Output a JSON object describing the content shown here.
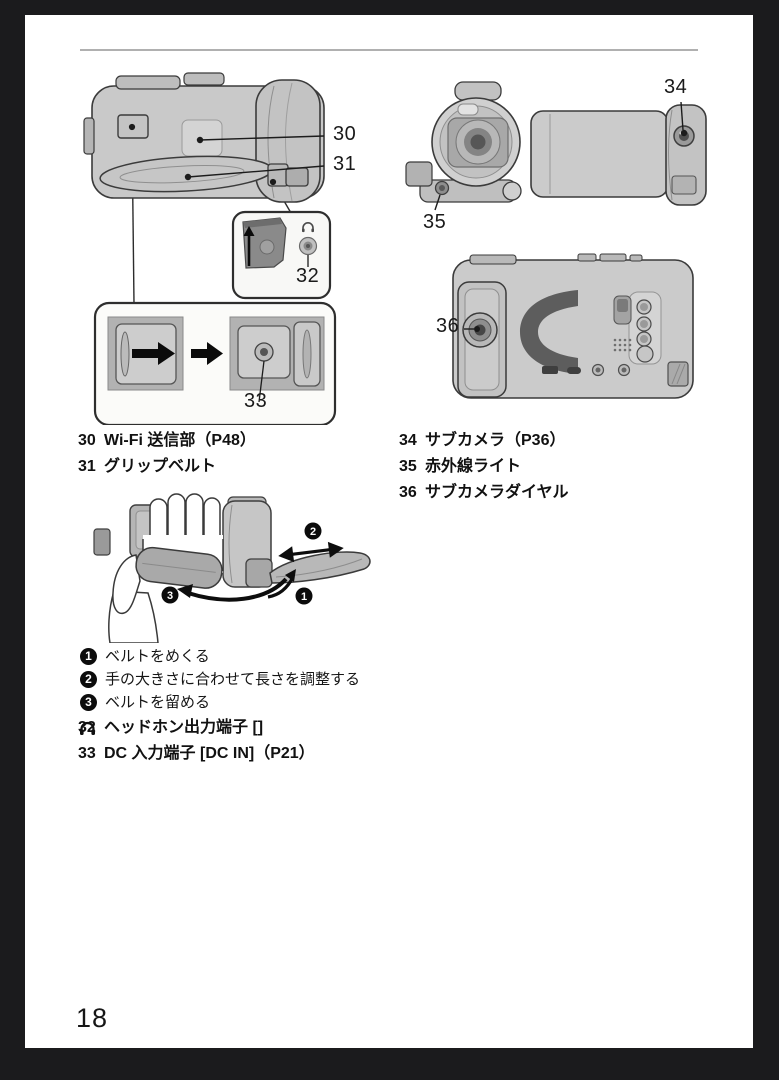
{
  "page": {
    "number": "18"
  },
  "colors": {
    "frame": "#1b1b1d",
    "paper": "#ffffff",
    "rule": "#b0b0b0",
    "line_art": "#3b3b3b",
    "text": "#111111",
    "inset_border": "#2e2e2e"
  },
  "callouts": {
    "n30": "30",
    "n31": "31",
    "n32": "32",
    "n33": "33",
    "n34": "34",
    "n35": "35",
    "n36": "36"
  },
  "parts_left": [
    {
      "num": "30",
      "label": "Wi-Fi 送信部（P48）"
    },
    {
      "num": "31",
      "label": "グリップベルト"
    }
  ],
  "parts_right": [
    {
      "num": "34",
      "label": "サブカメラ（P36）"
    },
    {
      "num": "35",
      "label": "赤外線ライト"
    },
    {
      "num": "36",
      "label": "サブカメラダイヤル"
    }
  ],
  "belt_steps": [
    {
      "num": "1",
      "text": "ベルトをめくる"
    },
    {
      "num": "2",
      "text": "手の大きさに合わせて長さを調整する"
    },
    {
      "num": "3",
      "text": "ベルトを留める"
    }
  ],
  "terminals": {
    "t32": {
      "num": "32",
      "pre": "ヘッドホン出力端子 [",
      "post": "]",
      "icon": "headphone-icon"
    },
    "t33": {
      "num": "33",
      "label": "DC 入力端子 [DC IN]（P21）"
    }
  },
  "icons": {
    "headphone": "headphone-icon",
    "open_cover": "up-arrow-icon",
    "slide_cover": "right-arrow-icon",
    "sequence": "next-arrow-icon",
    "adjust_length": "double-headed-arrow-icon",
    "flip_belt": "curved-arrow-icon"
  }
}
